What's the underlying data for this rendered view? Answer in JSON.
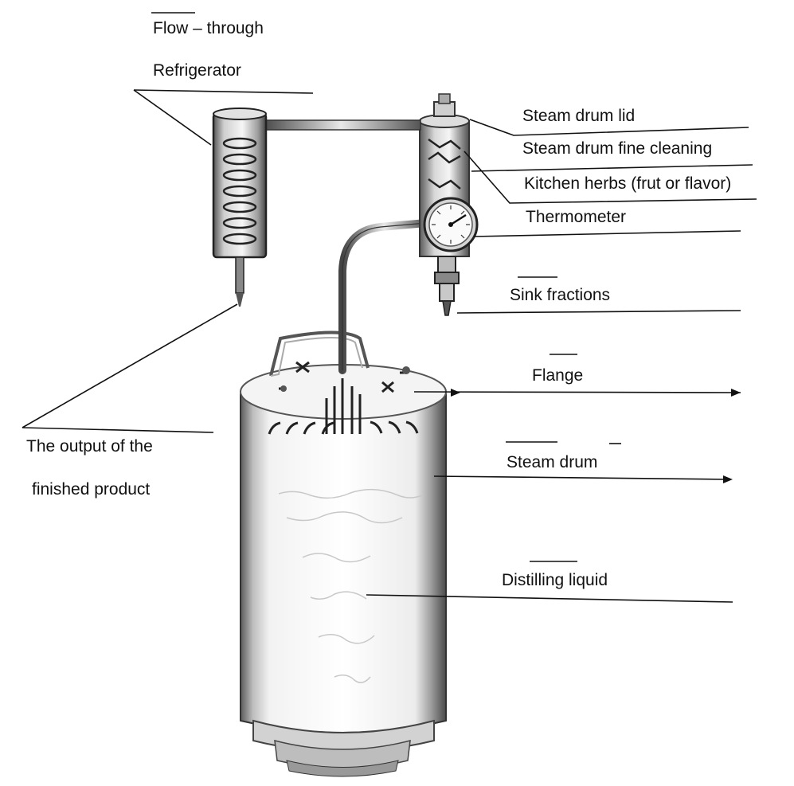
{
  "labels": {
    "flow_through": "Flow – through",
    "refrigerator": "Refrigerator",
    "steam_drum_lid": "Steam drum  lid",
    "steam_drum_fine_cleaning": "Steam drum fine cleaning",
    "kitchen_herbs": "Kitchen herbs (frut or flavor)",
    "thermometer": "Thermometer",
    "sink_fractions": "Sink  fractions",
    "flange": "Flange",
    "steam_drum": "Steam drum",
    "distilling_liquid": "Distilling liquid",
    "output_line1": "The output of the",
    "output_line2": "finished product"
  }
}
